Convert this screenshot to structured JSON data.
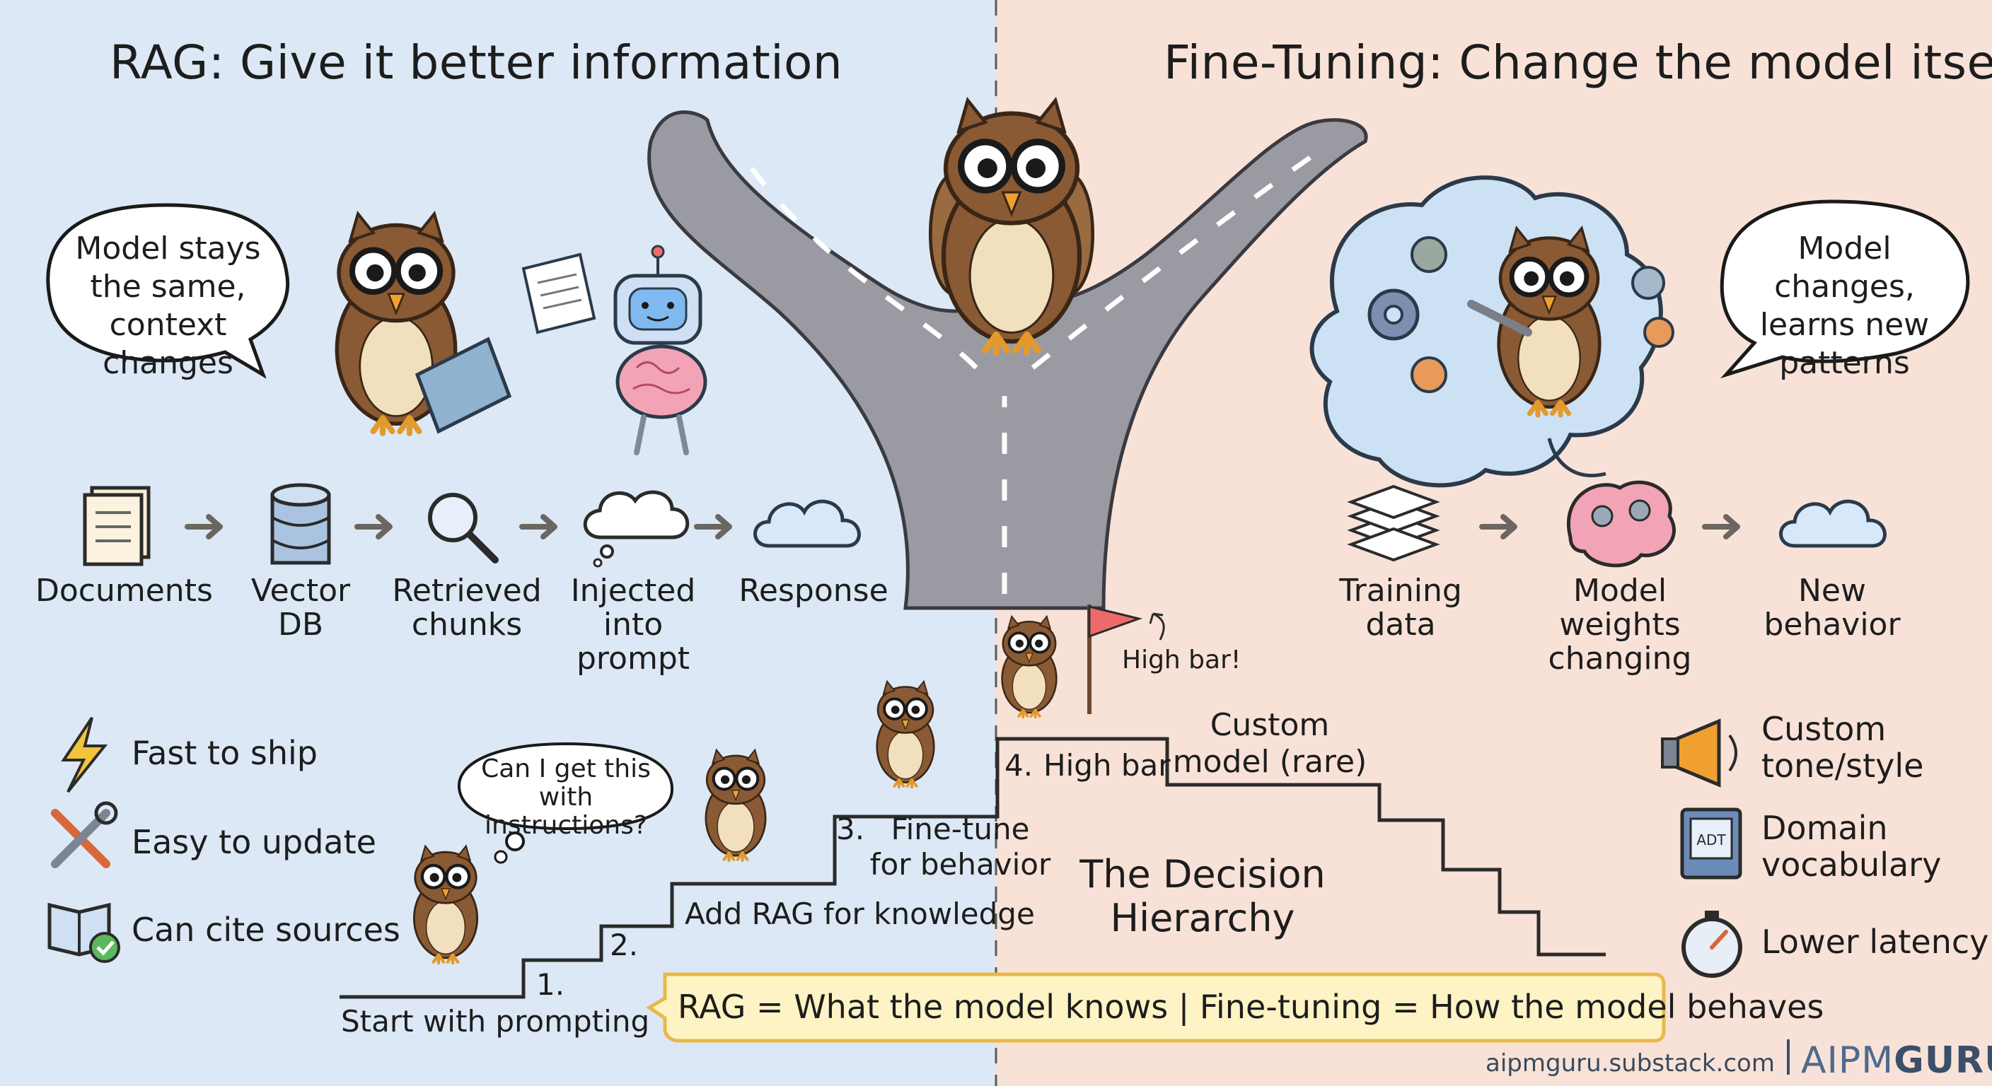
{
  "titles": {
    "rag": "RAG: Give it better information",
    "fine_tuning": "Fine-Tuning: Change the model itself"
  },
  "bubbles": {
    "rag": "Model stays the same, context changes",
    "fine_tuning": "Model changes, learns new patterns",
    "thought": "Can I get this with instructions?",
    "high_bar_note": "High bar!"
  },
  "rag_pipeline": [
    {
      "label": "Documents",
      "icon": "documents-icon"
    },
    {
      "label": "Vector DB",
      "icon": "database-icon"
    },
    {
      "label": "Retrieved chunks",
      "icon": "magnifier-icon"
    },
    {
      "label": "Injected into prompt",
      "icon": "thought-cloud-icon"
    },
    {
      "label": "Response",
      "icon": "cloud-icon"
    }
  ],
  "ft_pipeline": [
    {
      "label": "Training data",
      "icon": "paper-stack-icon"
    },
    {
      "label": "Model weights changing",
      "icon": "brain-gears-icon"
    },
    {
      "label": "New behavior",
      "icon": "cloud-icon"
    }
  ],
  "rag_benefits": [
    {
      "label": "Fast to ship",
      "icon": "lightning-icon"
    },
    {
      "label": "Easy to update",
      "icon": "tools-icon"
    },
    {
      "label": "Can cite sources",
      "icon": "book-check-icon"
    }
  ],
  "ft_benefits": [
    {
      "label": "Custom tone/style",
      "icon": "megaphone-icon"
    },
    {
      "label": "Domain vocabulary",
      "icon": "dictionary-icon",
      "badge": "ADT"
    },
    {
      "label": "Lower latency",
      "icon": "stopwatch-icon"
    }
  ],
  "steps": [
    {
      "number": "1.",
      "label": "Start with prompting"
    },
    {
      "number": "2.",
      "label": "Add RAG for knowledge"
    },
    {
      "number": "3.",
      "label": "Fine-tune for behavior"
    },
    {
      "number": "4.",
      "label": "High bar"
    }
  ],
  "custom_model": "Custom model (rare)",
  "decision_hierarchy": "The Decision Hierarchy",
  "summary_banner": "RAG = What the model knows | Fine-tuning = How the model behaves",
  "footer": {
    "url": "aipmguru.substack.com",
    "brand_a": "AIPM",
    "brand_b": "GURU"
  },
  "colors": {
    "rag_bg": "#dce8f5",
    "ft_bg": "#f8e2d8",
    "road": "#9a9aa2",
    "owl": "#8a5a35",
    "banner_fill": "#fdf3c4",
    "banner_border": "#e8b84a"
  }
}
